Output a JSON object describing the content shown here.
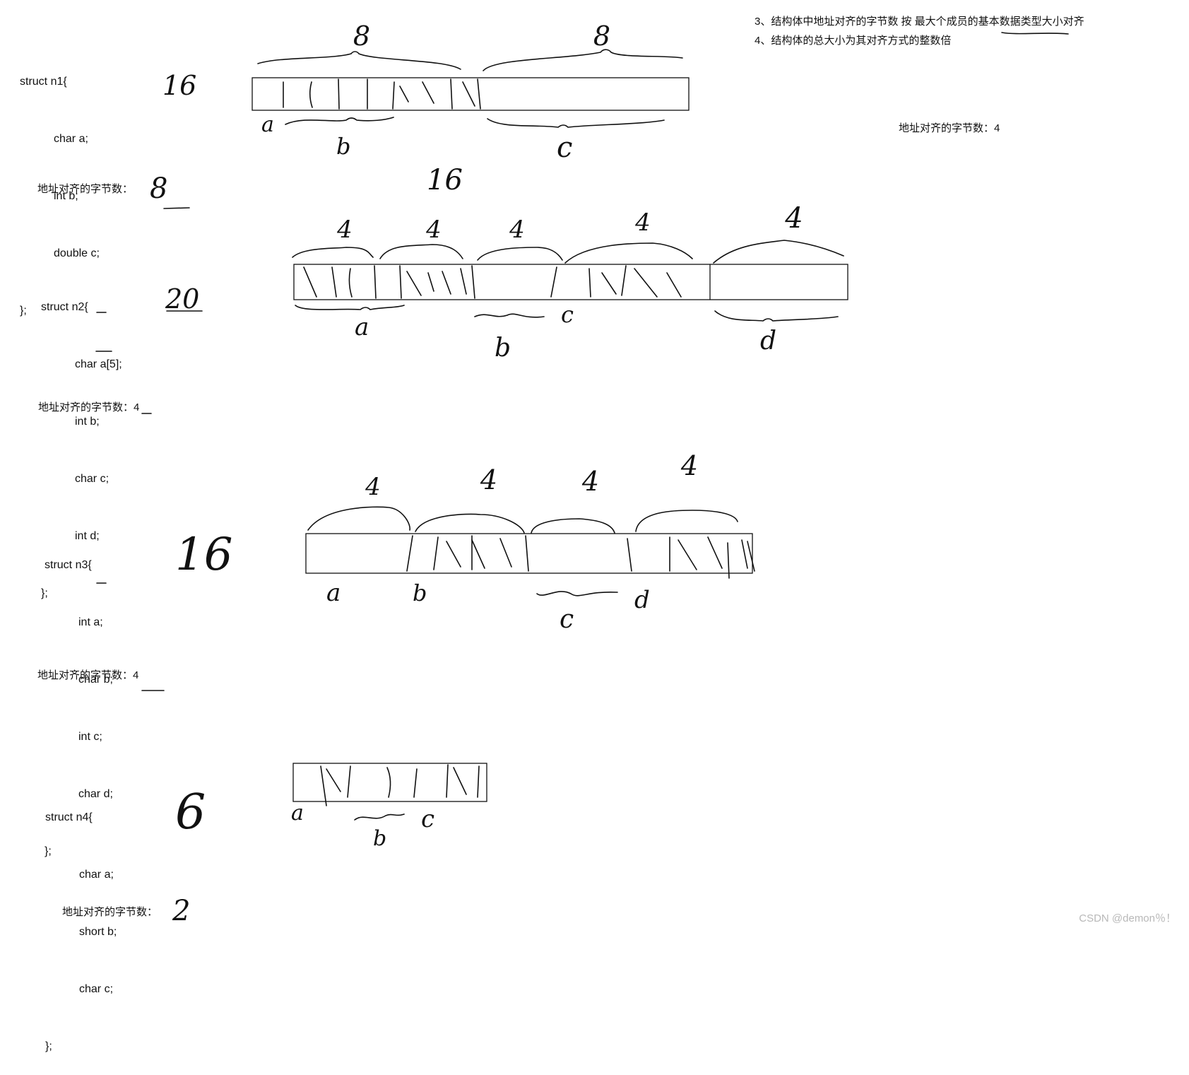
{
  "rules": [
    "3、结构体中地址对齐的字节数 按 最大个成员的基本数据类型大小对齐",
    "4、结构体的总大小为其对齐方式的整数倍"
  ],
  "side_note": "地址对齐的字节数：4",
  "align_label": "地址对齐的字节数：",
  "structs": [
    {
      "code": [
        "struct n1{",
        "char a;",
        "int b;",
        "double c;",
        "};"
      ],
      "size": "16",
      "align": "8",
      "diagram_total": "16",
      "group_labels": [
        "8",
        "8"
      ],
      "member_labels": [
        "a",
        "b",
        "c"
      ]
    },
    {
      "code": [
        "struct n2{",
        "char a[5];",
        "int b;",
        "char c;",
        "int d;",
        "};"
      ],
      "size": "20",
      "align": "4",
      "group_labels": [
        "4",
        "4",
        "4",
        "4",
        "4"
      ],
      "member_labels": [
        "a",
        "b",
        "c",
        "d"
      ]
    },
    {
      "code": [
        "struct n3{",
        "int a;",
        "char b;",
        "int c;",
        "char d;",
        "};"
      ],
      "size": "16",
      "align": "4",
      "group_labels": [
        "4",
        "4",
        "4",
        "4"
      ],
      "member_labels": [
        "a",
        "b",
        "c",
        "d"
      ]
    },
    {
      "code": [
        "struct n4{",
        "char a;",
        "short b;",
        "char c;",
        "};"
      ],
      "size": "6",
      "align": "2",
      "member_labels": [
        "a",
        "b",
        "c"
      ]
    }
  ],
  "watermark": "CSDN @demon％！"
}
